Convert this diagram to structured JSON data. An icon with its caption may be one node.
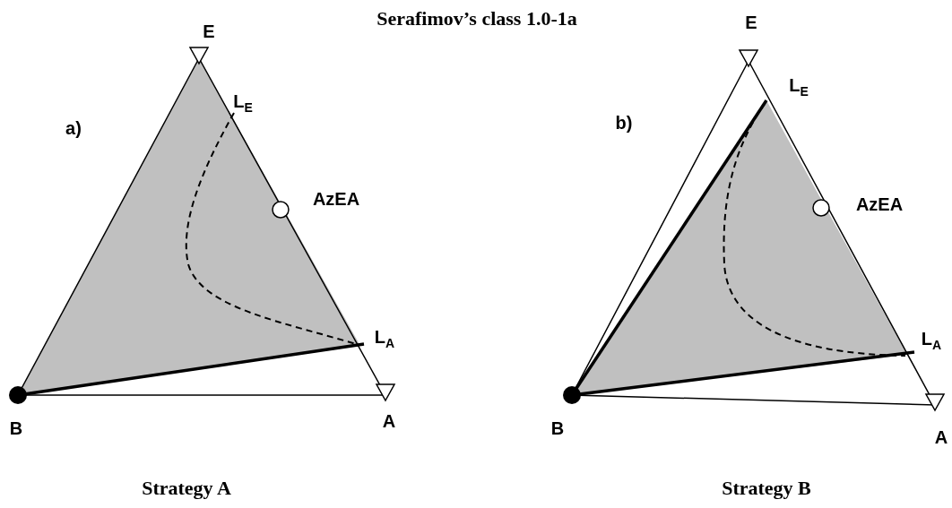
{
  "diagram": {
    "title": "Serafimov’s class 1.0-1a",
    "labels": [
      "E",
      "L$_{E}$",
      "a)",
      "AzEA",
      "L$_{A}$",
      "B",
      "A",
      "Strategy A",
      "E",
      "L$_{E}$",
      "b)",
      "AzEA",
      "L$_{A}$",
      "B",
      "A",
      "Strategy B"
    ]
  }
}
